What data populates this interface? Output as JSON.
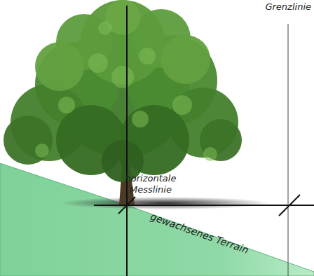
{
  "diagram": {
    "nodes": [
      {
        "text": [
          "gewachsenes Terrain"
        ]
      }
    ],
    "labels": [
      "Grenzlinie",
      "horizontale Messlinie"
    ]
  }
}
